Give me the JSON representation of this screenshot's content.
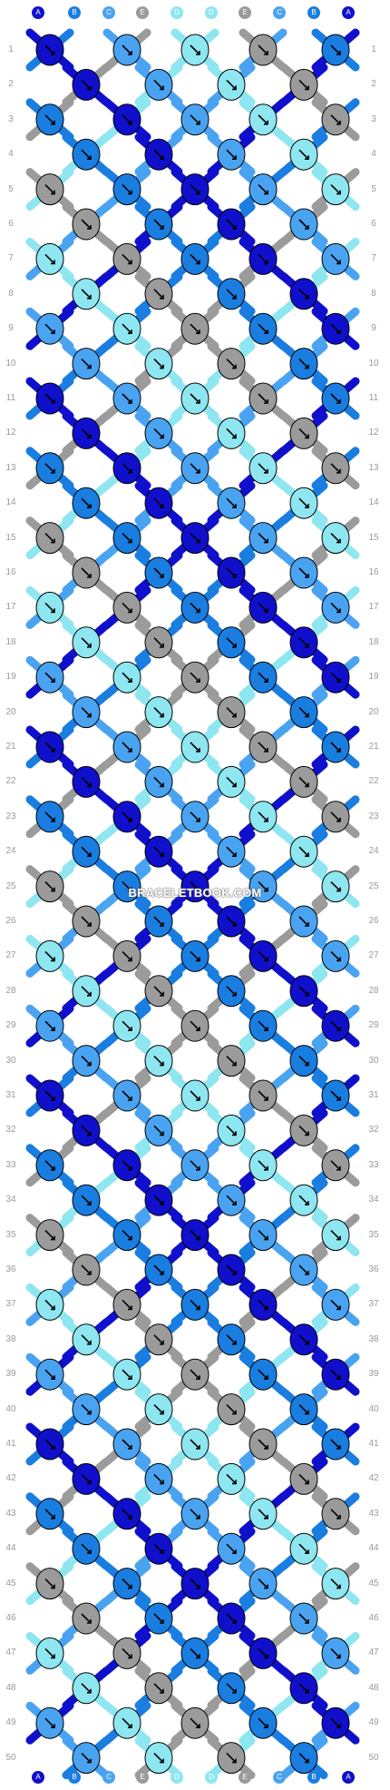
{
  "pattern": {
    "rows": 50,
    "strands": [
      "A",
      "B",
      "C",
      "E",
      "D",
      "D",
      "E",
      "C",
      "B",
      "A"
    ],
    "colors": {
      "A": "#1010cc",
      "B": "#1a7de0",
      "C": "#4aa3f0",
      "D": "#8ee6f0",
      "E": "#9b9b9b"
    },
    "row_labels": [
      "1",
      "2",
      "3",
      "4",
      "5",
      "6",
      "7",
      "8",
      "9",
      "10",
      "11",
      "12",
      "13",
      "14",
      "15",
      "16",
      "17",
      "18",
      "19",
      "20",
      "21",
      "22",
      "23",
      "24",
      "25",
      "26",
      "27",
      "28",
      "29",
      "30",
      "31",
      "32",
      "33",
      "34",
      "35",
      "36",
      "37",
      "38",
      "39",
      "40",
      "41",
      "42",
      "43",
      "44",
      "45",
      "46",
      "47",
      "48",
      "49",
      "50"
    ],
    "watermark": "BRACELETBOOK.COM"
  }
}
